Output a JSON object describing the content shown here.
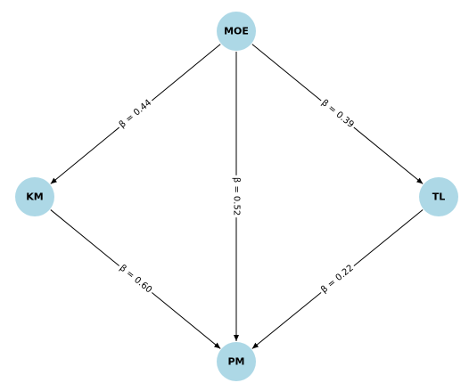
{
  "colors": {
    "node_fill": "#add8e6",
    "edge": "#000000",
    "label_background": "#ffffff",
    "text": "#000000"
  },
  "nodes": [
    {
      "id": "MOE",
      "label": "MOE"
    },
    {
      "id": "KM",
      "label": "KM"
    },
    {
      "id": "TL",
      "label": "TL"
    },
    {
      "id": "PM",
      "label": "PM"
    }
  ],
  "edges": [
    {
      "from": "MOE",
      "to": "KM",
      "label": "β = 0.44"
    },
    {
      "from": "MOE",
      "to": "PM",
      "label": "β = 0.52"
    },
    {
      "from": "MOE",
      "to": "TL",
      "label": "β = 0.39"
    },
    {
      "from": "KM",
      "to": "PM",
      "label": "β = 0.60"
    },
    {
      "from": "TL",
      "to": "PM",
      "label": "β = 0.22"
    }
  ]
}
